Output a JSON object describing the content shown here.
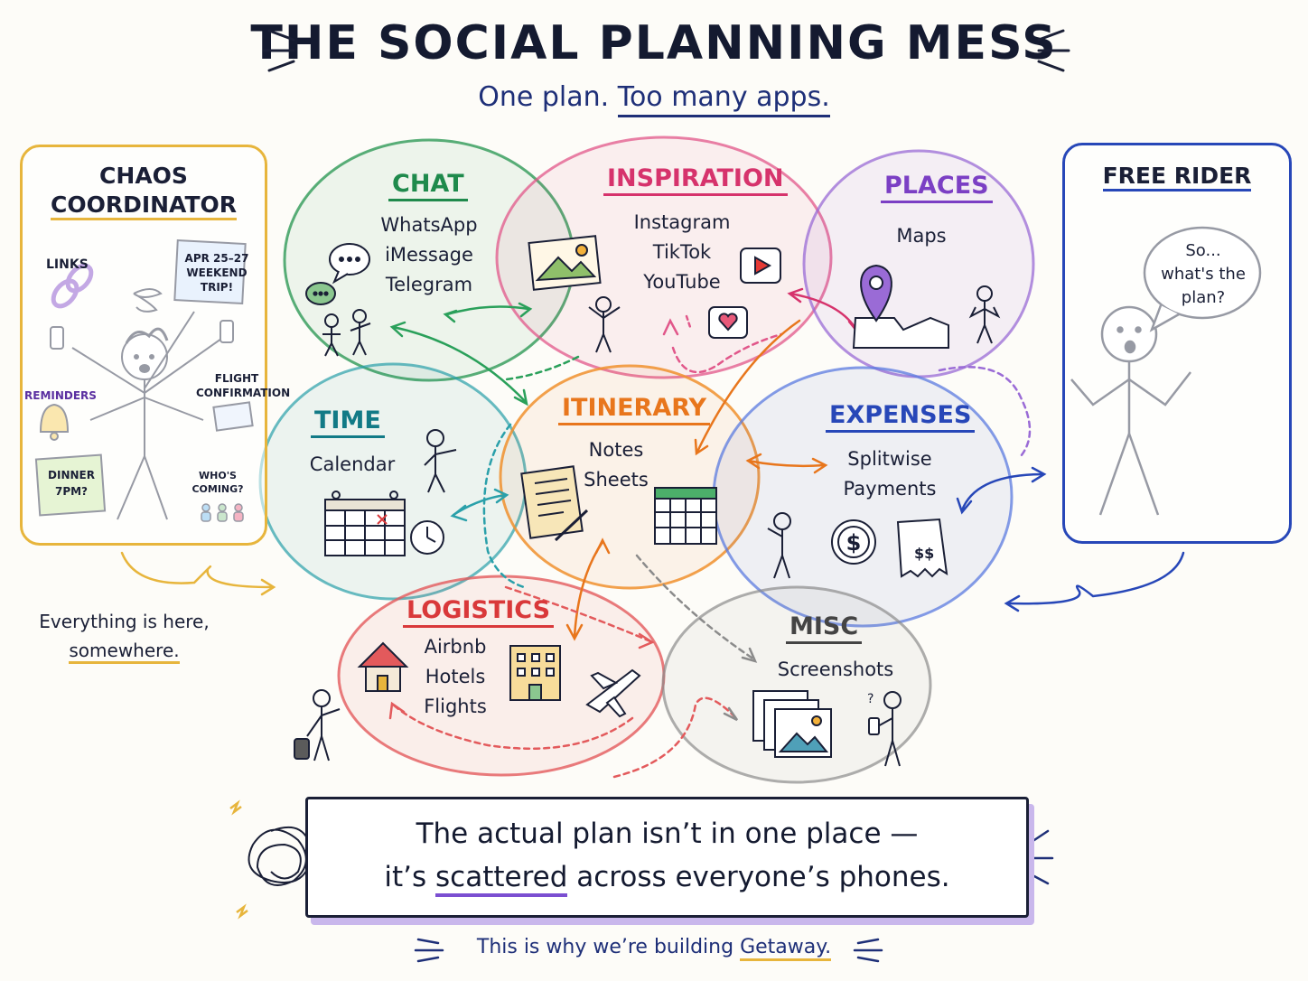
{
  "header": {
    "title": "THE SOCIAL PLANNING MESS",
    "subtitle_part1": "One plan.",
    "subtitle_part2": "Too many apps."
  },
  "left_panel": {
    "title_line1": "CHAOS",
    "title_line2": "COORDINATOR",
    "label_links": "LINKS",
    "sticky_line1": "APR 25–27",
    "sticky_line2": "WEEKEND",
    "sticky_line3": "TRIP!",
    "label_reminders": "REMINDERS",
    "label_flight_line1": "FLIGHT",
    "label_flight_line2": "CONFIRMATION",
    "note_line1": "DINNER",
    "note_line2": "7PM?",
    "label_whos_line1": "WHO'S",
    "label_whos_line2": "COMING?",
    "caption_line1": "Everything is here,",
    "caption_line2": "somewhere."
  },
  "right_panel": {
    "title": "FREE RIDER",
    "bubble_line1": "So...",
    "bubble_line2": "what's the",
    "bubble_line3": "plan?"
  },
  "categories": {
    "chat": {
      "title": "CHAT",
      "items": [
        "WhatsApp",
        "iMessage",
        "Telegram"
      ],
      "color": "#1f8a4c"
    },
    "inspiration": {
      "title": "INSPIRATION",
      "items": [
        "Instagram",
        "TikTok",
        "YouTube"
      ],
      "color": "#d6336c"
    },
    "places": {
      "title": "PLACES",
      "items": [
        "Maps"
      ],
      "color": "#7b3fc4"
    },
    "time": {
      "title": "TIME",
      "items": [
        "Calendar"
      ],
      "color": "#127a86"
    },
    "itinerary": {
      "title": "ITINERARY",
      "items": [
        "Notes",
        "Sheets"
      ],
      "color": "#e8761c"
    },
    "expenses": {
      "title": "EXPENSES",
      "items": [
        "Splitwise",
        "Payments"
      ],
      "color": "#2747b8"
    },
    "logistics": {
      "title": "LOGISTICS",
      "items": [
        "Airbnb",
        "Hotels",
        "Flights"
      ],
      "color": "#d9383a"
    },
    "misc": {
      "title": "MISC",
      "items": [
        "Screenshots"
      ],
      "color": "#6b6b6b"
    }
  },
  "icons": {
    "receipt_text": "$$",
    "question_mark": "?"
  },
  "bottom": {
    "line1": "The actual plan isn’t in one place —",
    "line2_pre": "it’s",
    "line2_u": "scattered",
    "line2_post": "across everyone’s phones."
  },
  "footer": {
    "pre": "This is why we’re building",
    "brand": "Getaway."
  }
}
